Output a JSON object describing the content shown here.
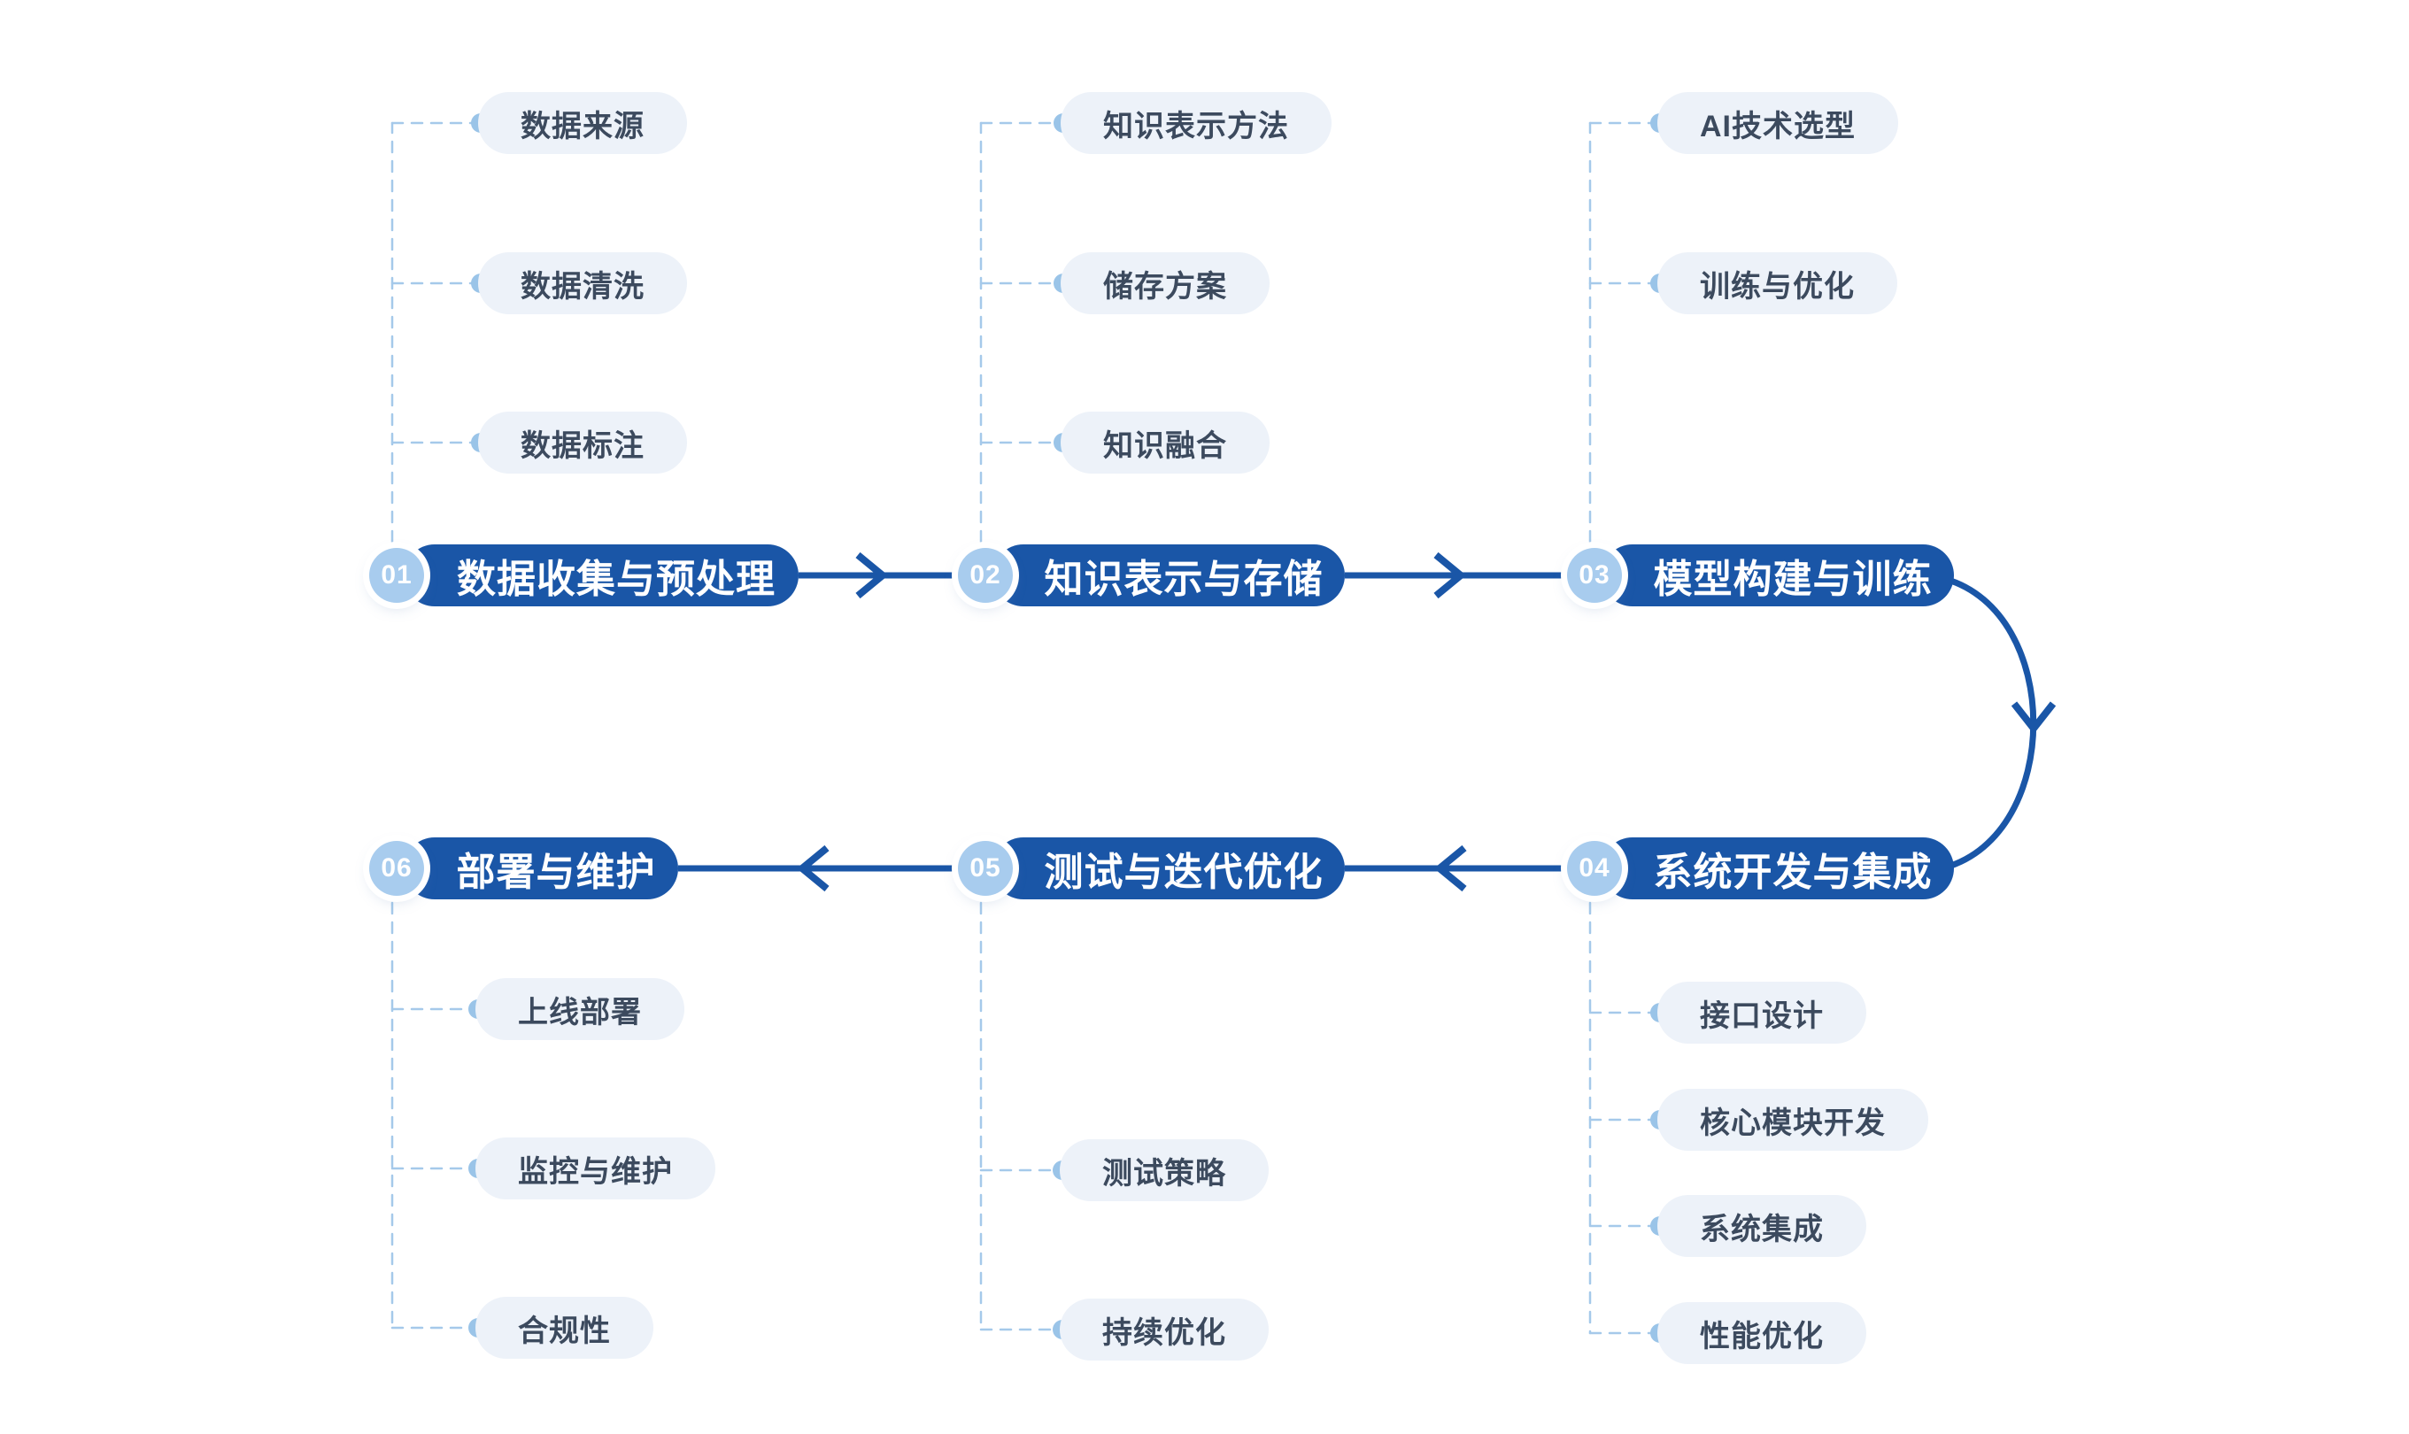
{
  "page": {
    "type": "flow-diagram",
    "background": "#ffffff"
  },
  "colors": {
    "primary_blue": "#1A56A7",
    "badge_blue": "#A8CCEE",
    "badge_ring": "#FFFFFF",
    "main_pill_text": "#FFFFFF",
    "sub_pill_bg": "#EDF2F9",
    "sub_pill_text": "#3C4A5E",
    "dash_line": "#A5C9EA",
    "dot": "#9AC4E8"
  },
  "stages": [
    {
      "number": "01",
      "title": "数据收集与预处理",
      "sub_items": [
        "数据来源",
        "数据清洗",
        "数据标注"
      ]
    },
    {
      "number": "02",
      "title": "知识表示与存储",
      "sub_items": [
        "知识表示方法",
        "储存方案",
        "知识融合"
      ]
    },
    {
      "number": "03",
      "title": "模型构建与训练",
      "sub_items": [
        "AI技术选型",
        "训练与优化"
      ]
    },
    {
      "number": "04",
      "title": "系统开发与集成",
      "sub_items": [
        "接口设计",
        "核心模块开发",
        "系统集成",
        "性能优化"
      ]
    },
    {
      "number": "05",
      "title": "测试与迭代优化",
      "sub_items": [
        "测试策略",
        "持续优化"
      ]
    },
    {
      "number": "06",
      "title": "部署与维护",
      "sub_items": [
        "上线部署",
        "监控与维护",
        "合规性"
      ]
    }
  ],
  "connections": [
    {
      "from": "01",
      "to": "02"
    },
    {
      "from": "02",
      "to": "03"
    },
    {
      "from": "03",
      "to": "04"
    },
    {
      "from": "04",
      "to": "05"
    },
    {
      "from": "05",
      "to": "06"
    }
  ]
}
